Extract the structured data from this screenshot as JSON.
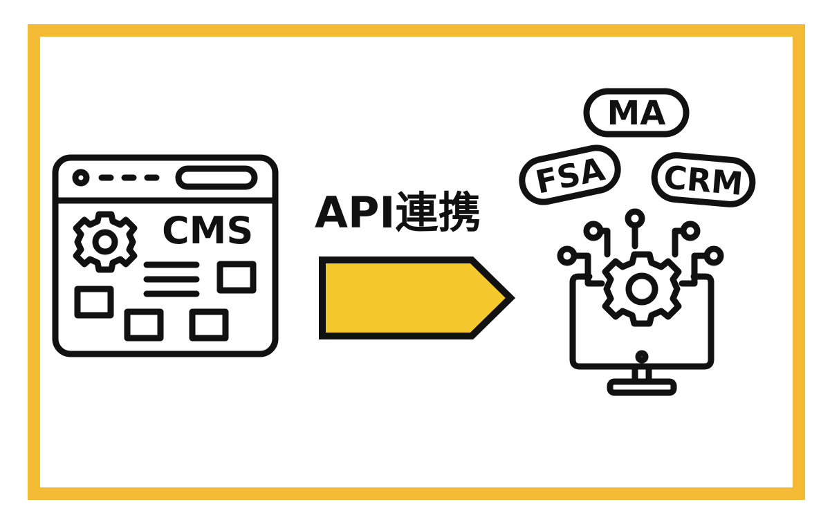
{
  "colors": {
    "frame": "#f2bb33",
    "arrow_fill": "#f5c92d",
    "ink": "#111111",
    "background": "#ffffff"
  },
  "left_panel": {
    "icon": "cms-browser-window-icon",
    "label": "CMS"
  },
  "connector": {
    "label": "API連携",
    "icon": "right-arrow-icon"
  },
  "right_panel": {
    "icon": "monitor-gear-integration-icon",
    "bubbles": [
      {
        "label": "MA"
      },
      {
        "label": "FSA"
      },
      {
        "label": "CRM"
      }
    ]
  }
}
